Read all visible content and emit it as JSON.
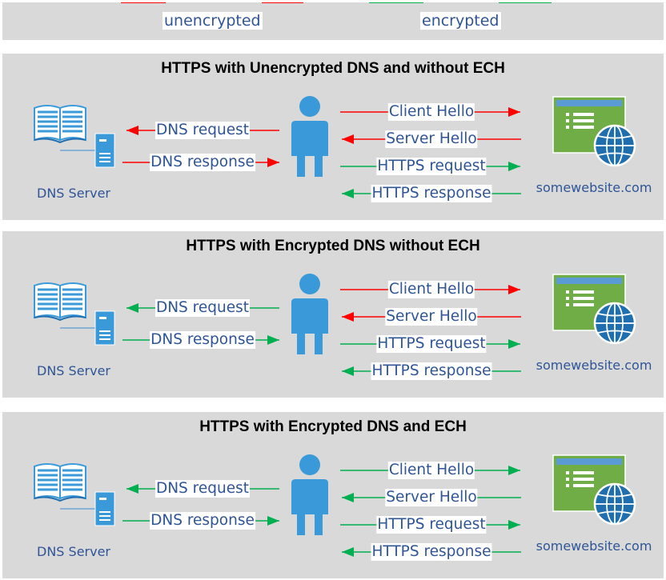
{
  "legend": {
    "unencrypted": {
      "label": "unencrypted",
      "color": "#ff0000"
    },
    "encrypted": {
      "label": "encrypted",
      "color": "#00b050"
    }
  },
  "panels": [
    {
      "title": "HTTPS with Unencrypted DNS and without ECH",
      "dns_server_label": "DNS Server",
      "website_label": "somewebsite.com",
      "flows": {
        "dns_request": {
          "label": "DNS request",
          "encrypted": false
        },
        "dns_response": {
          "label": "DNS response",
          "encrypted": false
        },
        "client_hello": {
          "label": "Client Hello",
          "encrypted": false
        },
        "server_hello": {
          "label": "Server Hello",
          "encrypted": false
        },
        "https_request": {
          "label": "HTTPS request",
          "encrypted": true
        },
        "https_response": {
          "label": "HTTPS response",
          "encrypted": true
        }
      }
    },
    {
      "title": "HTTPS with Encrypted DNS without ECH",
      "dns_server_label": "DNS Server",
      "website_label": "somewebsite.com",
      "flows": {
        "dns_request": {
          "label": "DNS request",
          "encrypted": true
        },
        "dns_response": {
          "label": "DNS response",
          "encrypted": true
        },
        "client_hello": {
          "label": "Client Hello",
          "encrypted": false
        },
        "server_hello": {
          "label": "Server Hello",
          "encrypted": false
        },
        "https_request": {
          "label": "HTTPS request",
          "encrypted": true
        },
        "https_response": {
          "label": "HTTPS response",
          "encrypted": true
        }
      }
    },
    {
      "title": "HTTPS with Encrypted DNS and ECH",
      "dns_server_label": "DNS Server",
      "website_label": "somewebsite.com",
      "flows": {
        "dns_request": {
          "label": "DNS request",
          "encrypted": true
        },
        "dns_response": {
          "label": "DNS response",
          "encrypted": true
        },
        "client_hello": {
          "label": "Client Hello",
          "encrypted": true
        },
        "server_hello": {
          "label": "Server Hello",
          "encrypted": true
        },
        "https_request": {
          "label": "HTTPS request",
          "encrypted": true
        },
        "https_response": {
          "label": "HTTPS response",
          "encrypted": true
        }
      }
    }
  ],
  "colors": {
    "icon_blue": "#3a9ad9",
    "icon_dark_blue": "#1f6fb0",
    "website_green": "#70ad47",
    "label_blue": "#2f5597"
  }
}
